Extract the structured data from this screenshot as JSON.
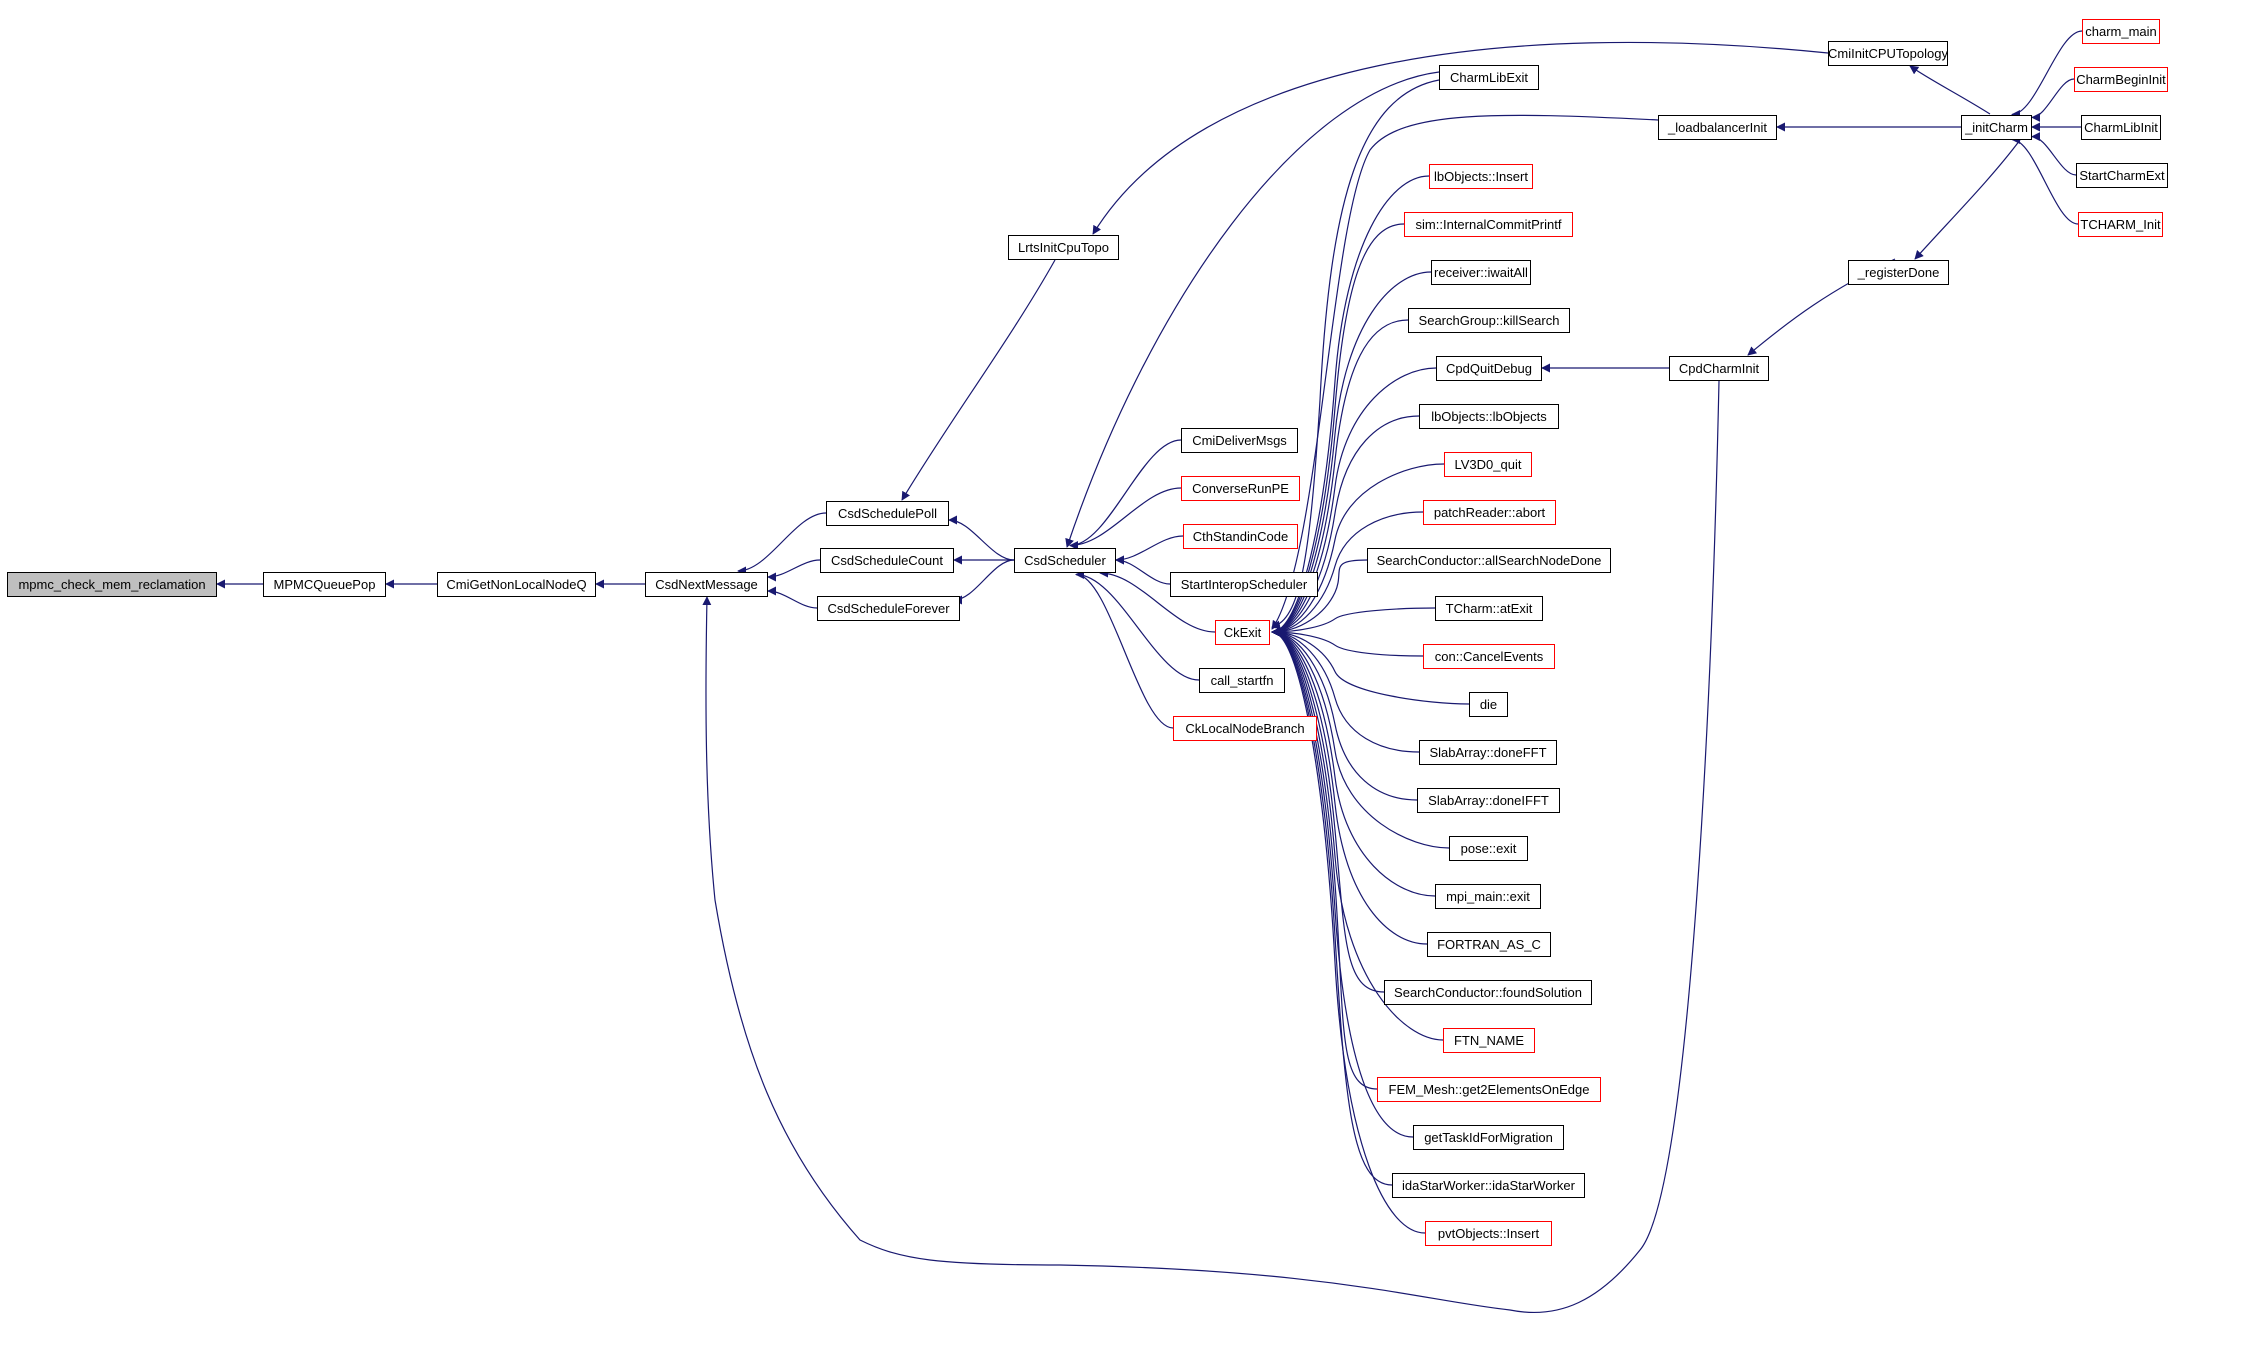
{
  "graph": {
    "type": "caller-graph",
    "edge_color": "#191970",
    "root": "mpmc_check_mem_reclamation",
    "nodes": [
      {
        "id": "mpmc_check_mem_reclamation",
        "label": "mpmc_check_mem_reclamation",
        "style": "root"
      },
      {
        "id": "MPMCQueuePop",
        "label": "MPMCQueuePop",
        "style": "normal"
      },
      {
        "id": "CmiGetNonLocalNodeQ",
        "label": "CmiGetNonLocalNodeQ",
        "style": "normal"
      },
      {
        "id": "CsdNextMessage",
        "label": "CsdNextMessage",
        "style": "normal"
      },
      {
        "id": "CsdSchedulePoll",
        "label": "CsdSchedulePoll",
        "style": "normal"
      },
      {
        "id": "CsdScheduleCount",
        "label": "CsdScheduleCount",
        "style": "normal"
      },
      {
        "id": "CsdScheduleForever",
        "label": "CsdScheduleForever",
        "style": "normal"
      },
      {
        "id": "LrtsInitCpuTopo",
        "label": "LrtsInitCpuTopo",
        "style": "normal"
      },
      {
        "id": "CsdScheduler",
        "label": "CsdScheduler",
        "style": "normal"
      },
      {
        "id": "CmiDeliverMsgs",
        "label": "CmiDeliverMsgs",
        "style": "normal"
      },
      {
        "id": "ConverseRunPE",
        "label": "ConverseRunPE",
        "style": "truncated"
      },
      {
        "id": "CthStandinCode",
        "label": "CthStandinCode",
        "style": "truncated"
      },
      {
        "id": "StartInteropScheduler",
        "label": "StartInteropScheduler",
        "style": "normal"
      },
      {
        "id": "CkExit",
        "label": "CkExit",
        "style": "truncated"
      },
      {
        "id": "call_startfn",
        "label": "call_startfn",
        "style": "normal"
      },
      {
        "id": "CkLocalNodeBranch",
        "label": "CkLocalNodeBranch",
        "style": "truncated"
      },
      {
        "id": "CharmLibExit",
        "label": "CharmLibExit",
        "style": "normal"
      },
      {
        "id": "_loadbalancerInit",
        "label": "_loadbalancerInit",
        "style": "normal"
      },
      {
        "id": "lbObjects_Insert",
        "label": "lbObjects::Insert",
        "style": "truncated"
      },
      {
        "id": "sim_InternalCommitPrintf",
        "label": "sim::InternalCommitPrintf",
        "style": "truncated"
      },
      {
        "id": "receiver_iwaitAll",
        "label": "receiver::iwaitAll",
        "style": "normal"
      },
      {
        "id": "SearchGroup_killSearch",
        "label": "SearchGroup::killSearch",
        "style": "normal"
      },
      {
        "id": "CpdQuitDebug",
        "label": "CpdQuitDebug",
        "style": "normal"
      },
      {
        "id": "lbObjects_lbObjects",
        "label": "lbObjects::lbObjects",
        "style": "normal"
      },
      {
        "id": "LV3D0_quit",
        "label": "LV3D0_quit",
        "style": "truncated"
      },
      {
        "id": "patchReader_abort",
        "label": "patchReader::abort",
        "style": "truncated"
      },
      {
        "id": "SearchConductor_allSearchNodeDone",
        "label": "SearchConductor::allSearchNodeDone",
        "style": "normal"
      },
      {
        "id": "TCharm_atExit",
        "label": "TCharm::atExit",
        "style": "normal"
      },
      {
        "id": "con_CancelEvents",
        "label": "con::CancelEvents",
        "style": "truncated"
      },
      {
        "id": "die",
        "label": "die",
        "style": "normal"
      },
      {
        "id": "SlabArray_doneFFT",
        "label": "SlabArray::doneFFT",
        "style": "normal"
      },
      {
        "id": "SlabArray_doneIFFT",
        "label": "SlabArray::doneIFFT",
        "style": "normal"
      },
      {
        "id": "pose_exit",
        "label": "pose::exit",
        "style": "normal"
      },
      {
        "id": "mpi_main_exit",
        "label": "mpi_main::exit",
        "style": "normal"
      },
      {
        "id": "FORTRAN_AS_C",
        "label": "FORTRAN_AS_C",
        "style": "normal"
      },
      {
        "id": "SearchConductor_foundSolution",
        "label": "SearchConductor::foundSolution",
        "style": "normal"
      },
      {
        "id": "FTN_NAME",
        "label": "FTN_NAME",
        "style": "truncated"
      },
      {
        "id": "FEM_Mesh_get2ElementsOnEdge",
        "label": "FEM_Mesh::get2ElementsOnEdge",
        "style": "truncated"
      },
      {
        "id": "getTaskIdForMigration",
        "label": "getTaskIdForMigration",
        "style": "normal"
      },
      {
        "id": "idaStarWorker_idaStarWorker",
        "label": "idaStarWorker::idaStarWorker",
        "style": "normal"
      },
      {
        "id": "pvtObjects_Insert",
        "label": "pvtObjects::Insert",
        "style": "truncated"
      },
      {
        "id": "CmiInitCPUTopology",
        "label": "CmiInitCPUTopology",
        "style": "normal"
      },
      {
        "id": "_initCharm",
        "label": "_initCharm",
        "style": "normal"
      },
      {
        "id": "_registerDone",
        "label": "_registerDone",
        "style": "normal"
      },
      {
        "id": "CpdCharmInit",
        "label": "CpdCharmInit",
        "style": "normal"
      },
      {
        "id": "charm_main",
        "label": "charm_main",
        "style": "truncated"
      },
      {
        "id": "CharmBeginInit",
        "label": "CharmBeginInit",
        "style": "truncated"
      },
      {
        "id": "CharmLibInit",
        "label": "CharmLibInit",
        "style": "normal"
      },
      {
        "id": "StartCharmExt",
        "label": "StartCharmExt",
        "style": "normal"
      },
      {
        "id": "TCHARM_Init",
        "label": "TCHARM_Init",
        "style": "truncated"
      }
    ],
    "edges": [
      [
        "MPMCQueuePop",
        "mpmc_check_mem_reclamation"
      ],
      [
        "CmiGetNonLocalNodeQ",
        "MPMCQueuePop"
      ],
      [
        "CsdNextMessage",
        "CmiGetNonLocalNodeQ"
      ],
      [
        "CsdSchedulePoll",
        "CsdNextMessage"
      ],
      [
        "CsdScheduleCount",
        "CsdNextMessage"
      ],
      [
        "CsdScheduleForever",
        "CsdNextMessage"
      ],
      [
        "CpdCharmInit",
        "CsdNextMessage"
      ],
      [
        "LrtsInitCpuTopo",
        "CsdSchedulePoll"
      ],
      [
        "CsdScheduler",
        "CsdSchedulePoll"
      ],
      [
        "CsdScheduler",
        "CsdScheduleCount"
      ],
      [
        "CsdScheduler",
        "CsdScheduleForever"
      ],
      [
        "CmiInitCPUTopology",
        "LrtsInitCpuTopo"
      ],
      [
        "CharmLibExit",
        "CsdScheduler"
      ],
      [
        "CmiDeliverMsgs",
        "CsdScheduler"
      ],
      [
        "ConverseRunPE",
        "CsdScheduler"
      ],
      [
        "CthStandinCode",
        "CsdScheduler"
      ],
      [
        "StartInteropScheduler",
        "CsdScheduler"
      ],
      [
        "CkExit",
        "CsdScheduler"
      ],
      [
        "call_startfn",
        "CsdScheduler"
      ],
      [
        "CkLocalNodeBranch",
        "CsdScheduler"
      ],
      [
        "CharmLibExit",
        "CkExit"
      ],
      [
        "_loadbalancerInit",
        "CkExit"
      ],
      [
        "lbObjects_Insert",
        "CkExit"
      ],
      [
        "sim_InternalCommitPrintf",
        "CkExit"
      ],
      [
        "receiver_iwaitAll",
        "CkExit"
      ],
      [
        "SearchGroup_killSearch",
        "CkExit"
      ],
      [
        "CpdQuitDebug",
        "CkExit"
      ],
      [
        "lbObjects_lbObjects",
        "CkExit"
      ],
      [
        "LV3D0_quit",
        "CkExit"
      ],
      [
        "patchReader_abort",
        "CkExit"
      ],
      [
        "SearchConductor_allSearchNodeDone",
        "CkExit"
      ],
      [
        "TCharm_atExit",
        "CkExit"
      ],
      [
        "con_CancelEvents",
        "CkExit"
      ],
      [
        "die",
        "CkExit"
      ],
      [
        "SlabArray_doneFFT",
        "CkExit"
      ],
      [
        "SlabArray_doneIFFT",
        "CkExit"
      ],
      [
        "pose_exit",
        "CkExit"
      ],
      [
        "mpi_main_exit",
        "CkExit"
      ],
      [
        "FORTRAN_AS_C",
        "CkExit"
      ],
      [
        "SearchConductor_foundSolution",
        "CkExit"
      ],
      [
        "FTN_NAME",
        "CkExit"
      ],
      [
        "FEM_Mesh_get2ElementsOnEdge",
        "CkExit"
      ],
      [
        "getTaskIdForMigration",
        "CkExit"
      ],
      [
        "idaStarWorker_idaStarWorker",
        "CkExit"
      ],
      [
        "pvtObjects_Insert",
        "CkExit"
      ],
      [
        "_initCharm",
        "_loadbalancerInit"
      ],
      [
        "_initCharm",
        "CmiInitCPUTopology"
      ],
      [
        "_initCharm",
        "_registerDone"
      ],
      [
        "_registerDone",
        "CpdCharmInit"
      ],
      [
        "CpdCharmInit",
        "CpdQuitDebug"
      ],
      [
        "charm_main",
        "_initCharm"
      ],
      [
        "CharmBeginInit",
        "_initCharm"
      ],
      [
        "CharmLibInit",
        "_initCharm"
      ],
      [
        "StartCharmExt",
        "_initCharm"
      ],
      [
        "TCHARM_Init",
        "_initCharm"
      ]
    ]
  }
}
